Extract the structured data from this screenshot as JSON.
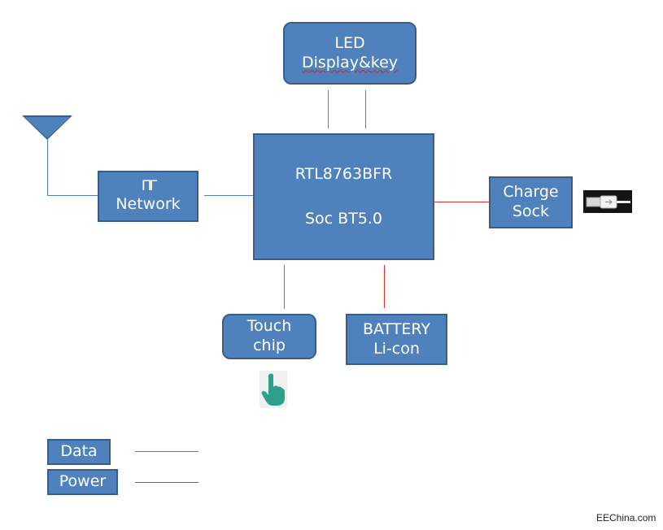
{
  "blocks": {
    "led": {
      "line1": "LED",
      "line2": "Display&key"
    },
    "soc": {
      "line1": "RTL8763BFR",
      "line2": "Soc BT5.0"
    },
    "network": {
      "line1": "ΠΓ",
      "line2": "Network"
    },
    "charge": {
      "line1": "Charge",
      "line2": "Sock"
    },
    "touch": {
      "line1": "Touch",
      "line2": "chip"
    },
    "battery": {
      "line1": "BATTERY",
      "line2": "Li-con"
    }
  },
  "legend": {
    "data_label": "Data",
    "power_label": "Power",
    "data_color": "#4f81bd",
    "power_color": "#e03131"
  },
  "icons": [
    "antenna-icon",
    "usb-cable-icon",
    "touch-finger-icon"
  ],
  "watermark": "EEChina.com"
}
